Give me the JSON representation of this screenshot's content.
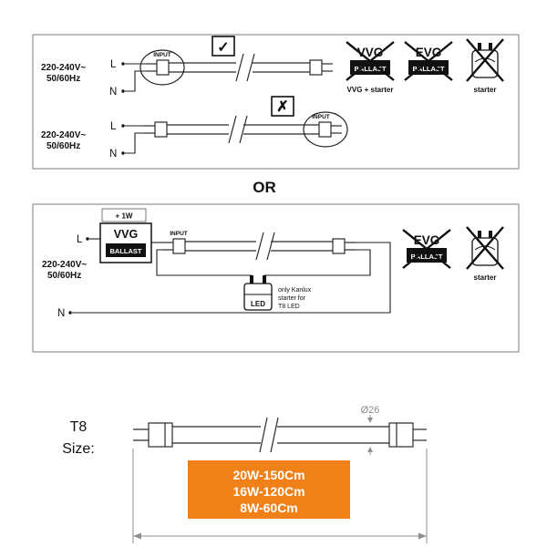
{
  "colors": {
    "orange": "#F08119"
  },
  "marks": {
    "check": "✓",
    "cross": "✗"
  },
  "panel1": {
    "correct": {
      "voltage_line1": "220-240V~",
      "voltage_line2": "50/60Hz",
      "live": "L",
      "neutral": "N",
      "input": "INPUT"
    },
    "wrong": {
      "voltage_line1": "220-240V~",
      "voltage_line2": "50/60Hz",
      "live": "L",
      "neutral": "N",
      "input": "INPUT"
    },
    "banned_vvg": {
      "title": "VVG",
      "label": "BALLAST",
      "caption": "VVG + starter"
    },
    "banned_evg": {
      "title": "EVG",
      "label": "BALLAST"
    },
    "banned_starter": {
      "caption": "starter"
    }
  },
  "or_label": "OR",
  "panel2": {
    "plus_1w": "+ 1W",
    "ballast": {
      "title": "VVG",
      "label": "BALLAST"
    },
    "live": "L",
    "voltage_line1": "220-240V~",
    "voltage_line2": "50/60Hz",
    "neutral": "N",
    "input": "INPUT",
    "starter": {
      "label": "LED"
    },
    "note_line1": "only Kanlux",
    "note_line2": "starter for",
    "note_line3": "T8 LED",
    "banned_evg": {
      "title": "EVG",
      "label": "BALLAST"
    },
    "banned_starter": {
      "caption": "starter"
    }
  },
  "size_section": {
    "label_line1": "T8",
    "label_line2": "Size:",
    "diameter": "Ø26",
    "sizes": [
      "20W-150Cm",
      "16W-120Cm",
      "8W-60Cm"
    ]
  }
}
